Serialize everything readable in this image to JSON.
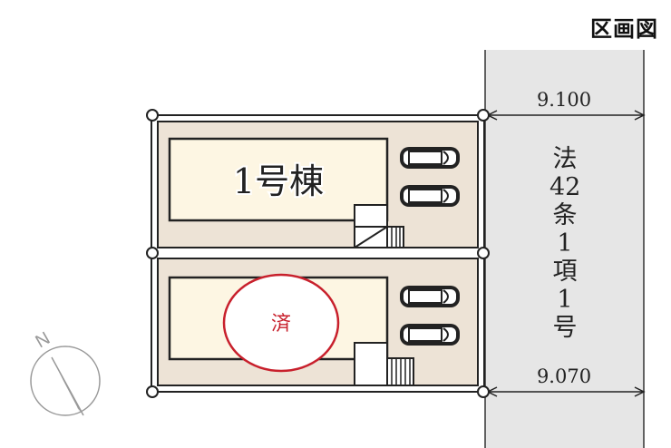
{
  "title": "区画図",
  "lots": [
    {
      "label": "1号棟",
      "status": ""
    },
    {
      "label": "",
      "status": "済"
    }
  ],
  "road": {
    "label_chars": [
      "法",
      "42",
      "条",
      "1",
      "項",
      "1",
      "号"
    ],
    "width_top": "9.100",
    "width_bottom": "9.070"
  },
  "compass": {
    "label": "N"
  },
  "colors": {
    "lot": "#ede3d6",
    "building": "#fdf6e3",
    "road": "#e6e6e6",
    "sold": "#c8202c"
  }
}
